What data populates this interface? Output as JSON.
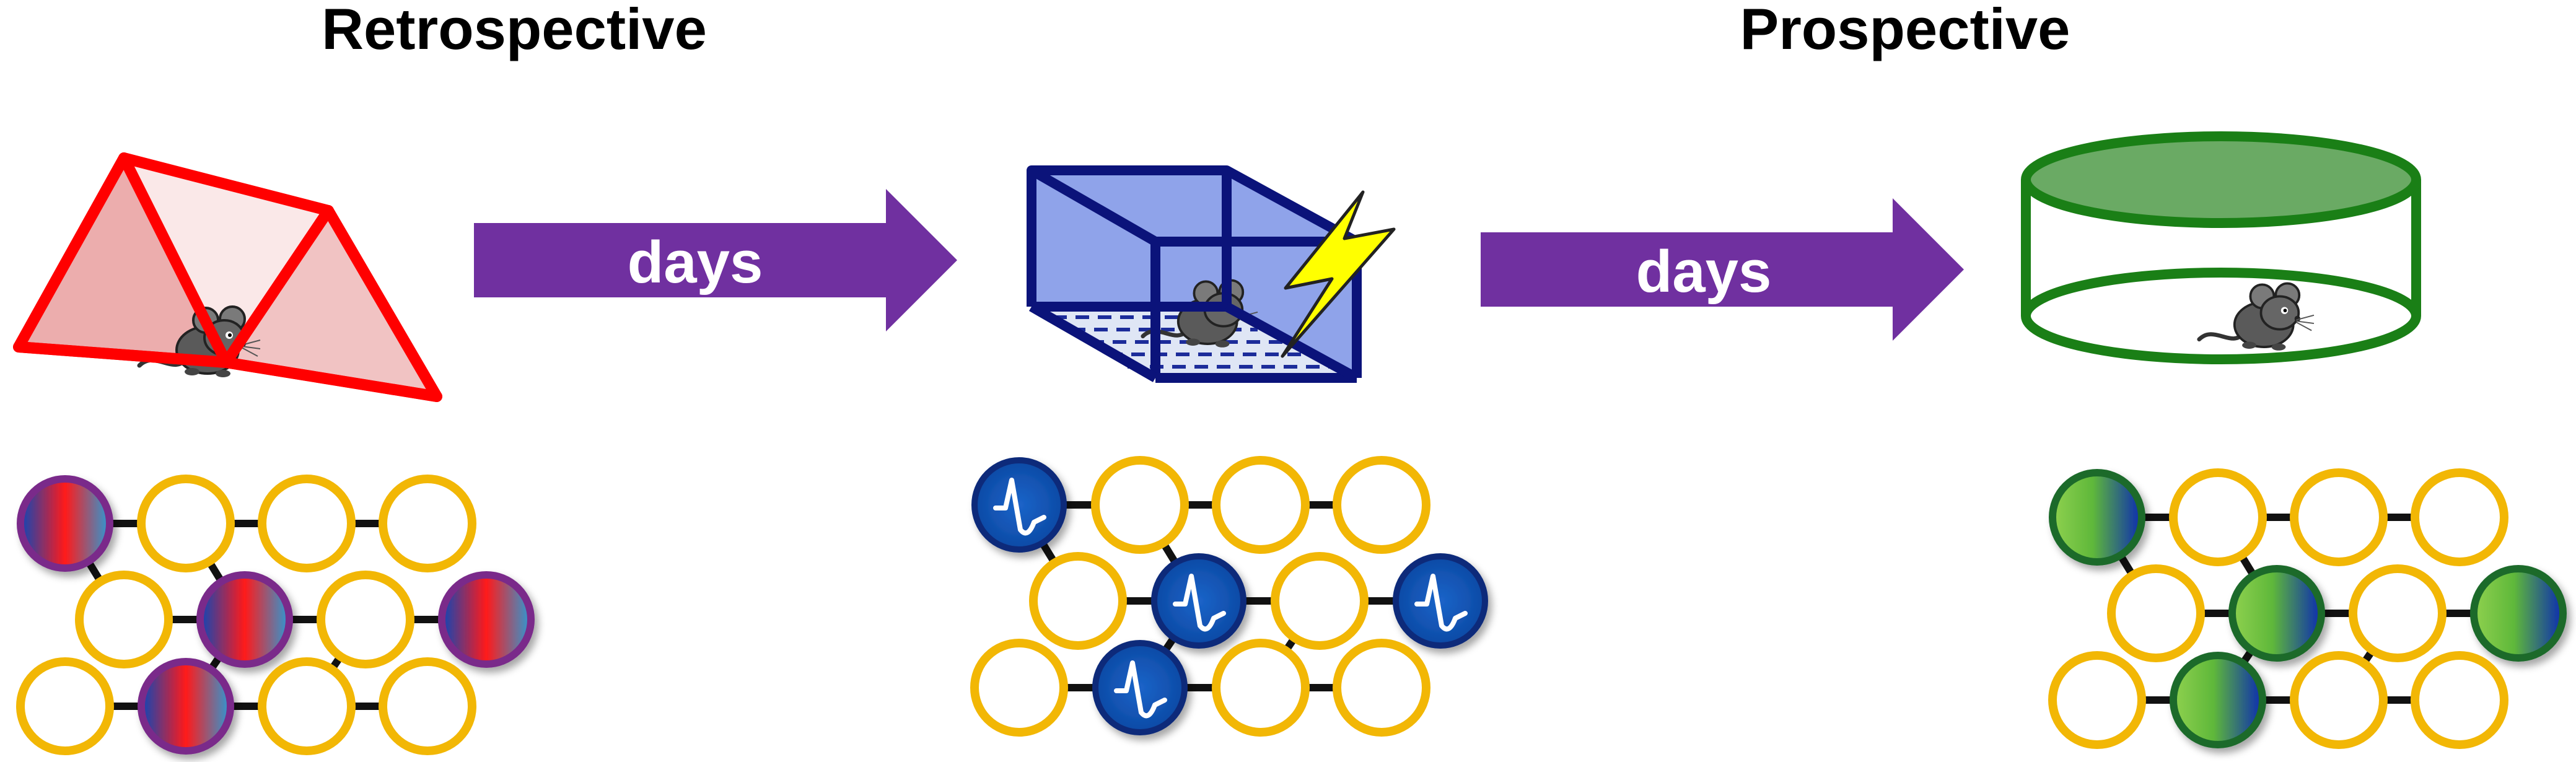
{
  "headings": {
    "retrospective": "Retrospective",
    "prospective": "Prospective"
  },
  "arrows": [
    {
      "label": "days"
    },
    {
      "label": "days"
    }
  ],
  "colors": {
    "arrow": "#7030a0",
    "ring": "#f2b705",
    "tent_stroke": "#ff0000",
    "tent_fill": "#ecadad",
    "box_stroke": "#0b137a",
    "box_fill": "#8fa3ea",
    "bolt": "#ffff00",
    "cylinder_stroke": "#1a7f16",
    "cylinder_fill": "#6aaa64",
    "network_links": "#111111"
  },
  "networks": [
    {
      "name": "retrospective-network",
      "active_cell_style": "red-blue-gradient",
      "active_count": 4,
      "total_count": 12
    },
    {
      "name": "shock-network",
      "active_cell_style": "blue-spike",
      "active_count": 4,
      "total_count": 12
    },
    {
      "name": "prospective-network",
      "active_cell_style": "green-blue-gradient",
      "active_count": 4,
      "total_count": 12
    }
  ],
  "icons": {
    "mouse": "mouse-icon",
    "shock": "lightning-bolt-icon",
    "spike": "action-potential-icon"
  }
}
